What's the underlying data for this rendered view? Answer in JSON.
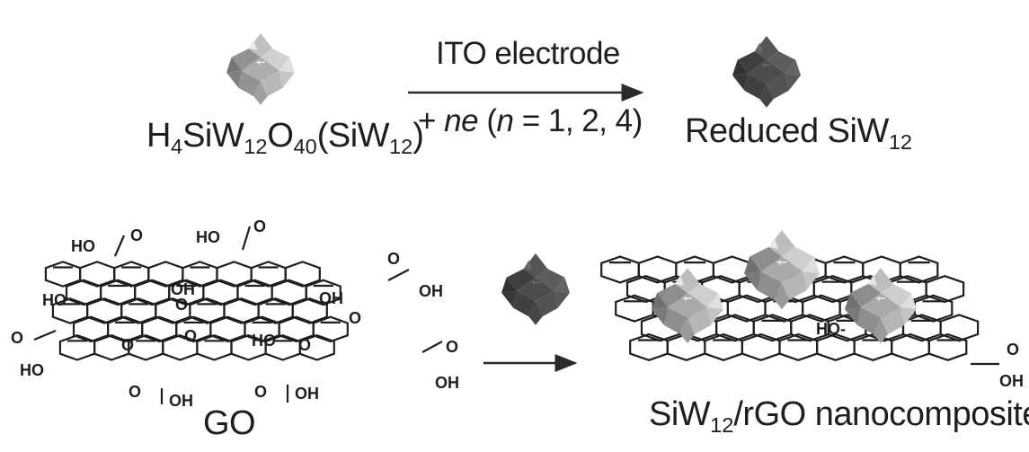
{
  "top_reaction": {
    "reactant": {
      "p1": "H",
      "s1": "4",
      "p2": "SiW",
      "s2": "12",
      "p3": "O",
      "s3": "40",
      "p4": "(SiW",
      "s4": "12",
      "p5": ")"
    },
    "arrow_above": "ITO electrode",
    "arrow_below": {
      "p1": "+ ",
      "ne": "ne",
      "p2": " (",
      "n": "n",
      "p3": " = 1, 2, 4)"
    },
    "product": {
      "p1": "Reduced SiW",
      "s1": "12"
    }
  },
  "bottom_reaction": {
    "go_label": "GO",
    "product": {
      "p1": "SiW",
      "s1": "12",
      "p2": "/rGO nanocomposite"
    }
  },
  "go_groups": {
    "cooh_tl": {
      "ho": "HO",
      "o": "O"
    },
    "cooh_tm": {
      "ho": "HO",
      "o": "O"
    },
    "cooh_r": {
      "o": "O",
      "oh": "OH"
    },
    "cooh_l": {
      "o": "O",
      "ho": "HO"
    },
    "cooh_b1": {
      "o": "O",
      "oh": "OH"
    },
    "cooh_b2": {
      "o": "O",
      "oh": "OH"
    },
    "cooh_br": {
      "o": "O",
      "oh": "OH"
    },
    "ho_1": "HO",
    "oh_1": "OH",
    "oh_2": "OH",
    "o_1": "O",
    "o_2": "O",
    "o_3": "O",
    "o_4": "O",
    "ho_2": "HO",
    "o_5": "O"
  },
  "rgo_groups": {
    "o": "O",
    "oh": "OH",
    "ho": "HO-"
  },
  "colors": {
    "reactant_cluster": "#9a9a9a",
    "reduced_cluster": "#3d3d3d",
    "composite_cluster": "#a8a8a8",
    "ink": "#1e1e1e"
  }
}
